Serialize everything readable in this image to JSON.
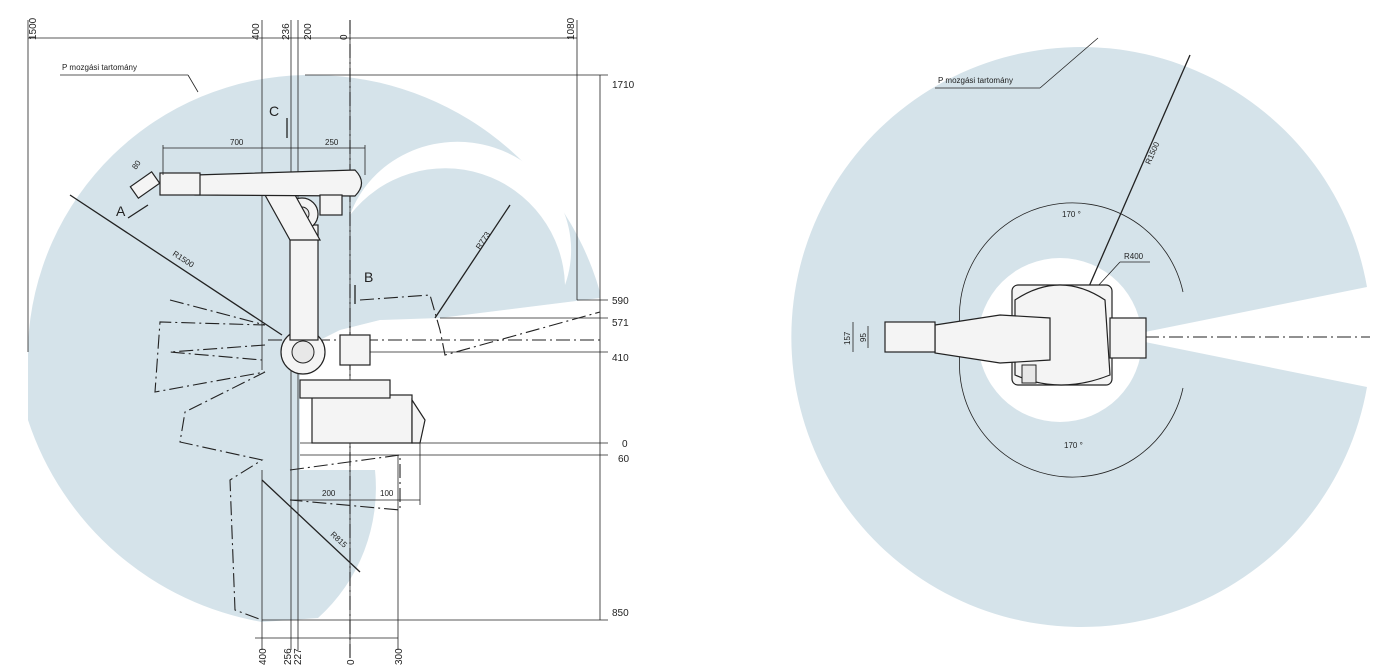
{
  "colors": {
    "envelope": "#d5e3ea",
    "line": "#222222",
    "background": "#ffffff"
  },
  "side_view": {
    "range_label": "P mozgási tartomány",
    "top_dims": [
      "1500",
      "400",
      "236",
      "200",
      "0",
      "1080"
    ],
    "right_dims": [
      "1710",
      "590",
      "571",
      "410",
      "0",
      "60",
      "850"
    ],
    "bottom_dims": [
      "400",
      "256",
      "227",
      "0",
      "300"
    ],
    "arm_dims": [
      "700",
      "250",
      "80"
    ],
    "base_dims": [
      "200",
      "100"
    ],
    "radii": [
      "R1500",
      "R773",
      "R815"
    ],
    "view_markers": [
      "A",
      "B",
      "C"
    ]
  },
  "top_view": {
    "range_label": "P mozgási tartomány",
    "radius_outer": "R1500",
    "radius_inner": "R400",
    "angle_top": "170 °",
    "angle_bottom": "170 °",
    "flange_dims": [
      "157",
      "95"
    ]
  }
}
